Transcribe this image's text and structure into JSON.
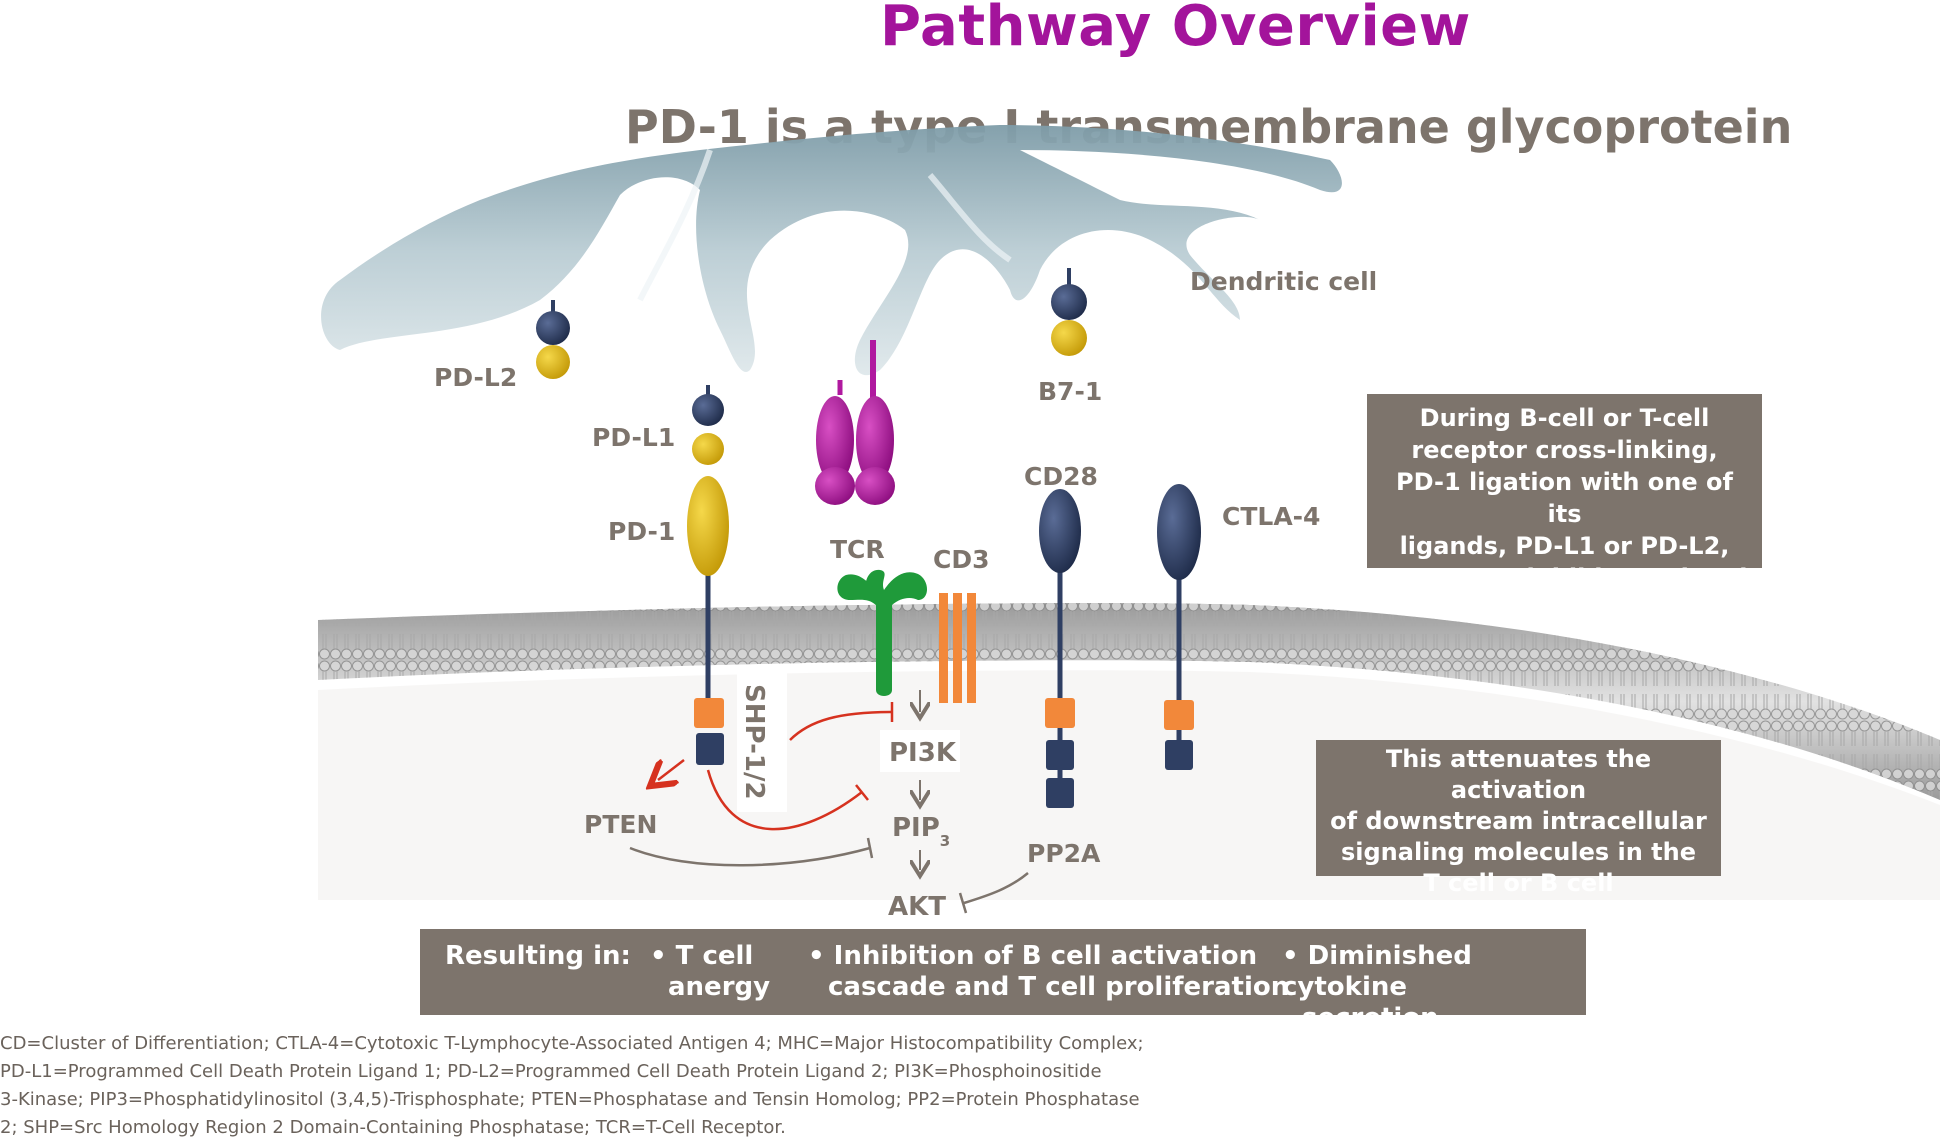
{
  "title": "Pathway Overview",
  "subtitle": "PD-1 is a type I transmembrane glycoprotein",
  "labels": {
    "dendritic_cell": "Dendritic cell",
    "pd_l2": "PD-L2",
    "pd_l1": "PD-L1",
    "pd_1": "PD-1",
    "b7_1": "B7-1",
    "cd28": "CD28",
    "ctla_4": "CTLA-4",
    "tcr": "TCR",
    "cd3": "CD3",
    "shp": "SHP-1/2",
    "pi3k": "PI3K",
    "pip": "PIP",
    "pip_sub": "3",
    "pten": "PTEN",
    "pp2a": "PP2A",
    "akt": "AKT"
  },
  "info_box_1": [
    "During B-cell or T-cell",
    "receptor cross-linking,",
    "PD-1 ligation with one of its",
    "ligands, PD-L1 or PD-L2,",
    "acts as an inhibitory signal"
  ],
  "info_box_2": [
    "This attenuates the activation",
    "of downstream intracellular",
    "signaling molecules in the",
    "T cell or B cell"
  ],
  "results": {
    "heading": "Resulting in:",
    "item1": [
      "• T cell",
      "anergy"
    ],
    "item2": [
      "• Inhibition of B cell activation",
      "cascade and T cell proliferation"
    ],
    "item3": [
      "• Diminished cytokine",
      "secretion"
    ]
  },
  "footnote": [
    "CD=Cluster of Differentiation; CTLA-4=Cytotoxic T-Lymphocyte-Associated Antigen 4; MHC=Major Histocompatibility Complex;",
    "PD-L1=Programmed Cell Death Protein Ligand 1; PD-L2=Programmed Cell Death Protein Ligand 2; PI3K=Phosphoinositide",
    "3-Kinase; PIP3=Phosphatidylinositol (3,4,5)-Trisphosphate; PTEN=Phosphatase and Tensin Homolog; PP2=Protein Phosphatase",
    "2; SHP=Src Homology Region 2 Domain-Containing Phosphatase; TCR=T-Cell Receptor."
  ],
  "colors": {
    "title": "#a3149b",
    "text_gray": "#7d746c",
    "ligand_navy": "#2f3f63",
    "ligand_yellow": "#d9b30e",
    "tcr_magenta": "#b0199f",
    "tcr_green": "#1f9a3a",
    "cd3_orange": "#f2883a",
    "inhibit_red": "#d6321f"
  }
}
